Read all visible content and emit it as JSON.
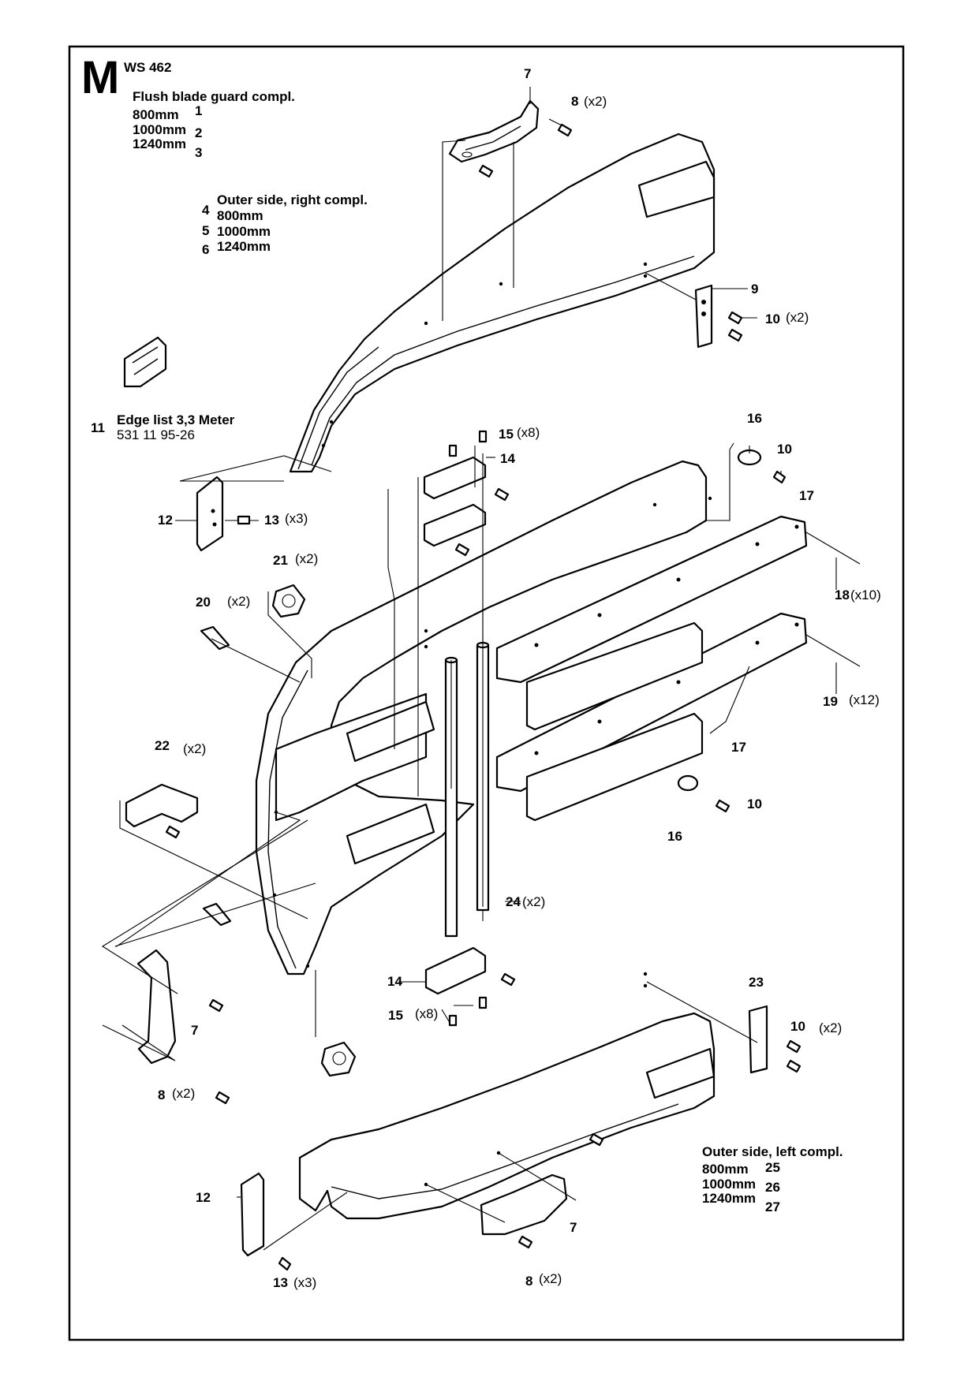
{
  "header": {
    "section_letter": "M",
    "model": "WS 462"
  },
  "groups": {
    "flush_blade_guard": {
      "title": "Flush blade guard compl.",
      "variants": [
        {
          "size": "800mm",
          "ref": "1"
        },
        {
          "size": "1000mm",
          "ref": "2"
        },
        {
          "size": "1240mm",
          "ref": "3"
        }
      ]
    },
    "outer_side_right": {
      "title": "Outer side, right compl.",
      "variants": [
        {
          "ref": "4",
          "size": "800mm"
        },
        {
          "ref": "5",
          "size": "1000mm"
        },
        {
          "ref": "6",
          "size": "1240mm"
        }
      ]
    },
    "edge_list": {
      "ref": "11",
      "title": "Edge list 3,3 Meter",
      "part_number": "531 11 95-26"
    },
    "outer_side_left": {
      "title": "Outer side, left compl.",
      "variants": [
        {
          "size": "800mm",
          "ref": "25"
        },
        {
          "size": "1000mm",
          "ref": "26"
        },
        {
          "size": "1240mm",
          "ref": "27"
        }
      ]
    }
  },
  "callouts": [
    {
      "id": "c7a",
      "ref": "7",
      "qty": ""
    },
    {
      "id": "c8a",
      "ref": "8",
      "qty": "(x2)"
    },
    {
      "id": "c9",
      "ref": "9",
      "qty": ""
    },
    {
      "id": "c10a",
      "ref": "10",
      "qty": "(x2)"
    },
    {
      "id": "c15a",
      "ref": "15",
      "qty": "(x8)"
    },
    {
      "id": "c14a",
      "ref": "14",
      "qty": ""
    },
    {
      "id": "c16a",
      "ref": "16",
      "qty": ""
    },
    {
      "id": "c10b",
      "ref": "10",
      "qty": ""
    },
    {
      "id": "c17a",
      "ref": "17",
      "qty": ""
    },
    {
      "id": "c12a",
      "ref": "12",
      "qty": ""
    },
    {
      "id": "c13a",
      "ref": "13",
      "qty": "(x3)"
    },
    {
      "id": "c21",
      "ref": "21",
      "qty": "(x2)"
    },
    {
      "id": "c20",
      "ref": "20",
      "qty": "(x2)"
    },
    {
      "id": "c18",
      "ref": "18",
      "qty": "(x10)"
    },
    {
      "id": "c19",
      "ref": "19",
      "qty": "(x12)"
    },
    {
      "id": "c17b",
      "ref": "17",
      "qty": ""
    },
    {
      "id": "c22",
      "ref": "22",
      "qty": "(x2)"
    },
    {
      "id": "c10c",
      "ref": "10",
      "qty": ""
    },
    {
      "id": "c16b",
      "ref": "16",
      "qty": ""
    },
    {
      "id": "c24",
      "ref": "24",
      "qty": "(x2)"
    },
    {
      "id": "c14b",
      "ref": "14",
      "qty": ""
    },
    {
      "id": "c15b",
      "ref": "15",
      "qty": "(x8)"
    },
    {
      "id": "c23",
      "ref": "23",
      "qty": ""
    },
    {
      "id": "c10d",
      "ref": "10",
      "qty": "(x2)"
    },
    {
      "id": "c7b",
      "ref": "7",
      "qty": ""
    },
    {
      "id": "c8b",
      "ref": "8",
      "qty": "(x2)"
    },
    {
      "id": "c12b",
      "ref": "12",
      "qty": ""
    },
    {
      "id": "c7c",
      "ref": "7",
      "qty": ""
    },
    {
      "id": "c13b",
      "ref": "13",
      "qty": "(x3)"
    },
    {
      "id": "c8c",
      "ref": "8",
      "qty": "(x2)"
    }
  ]
}
